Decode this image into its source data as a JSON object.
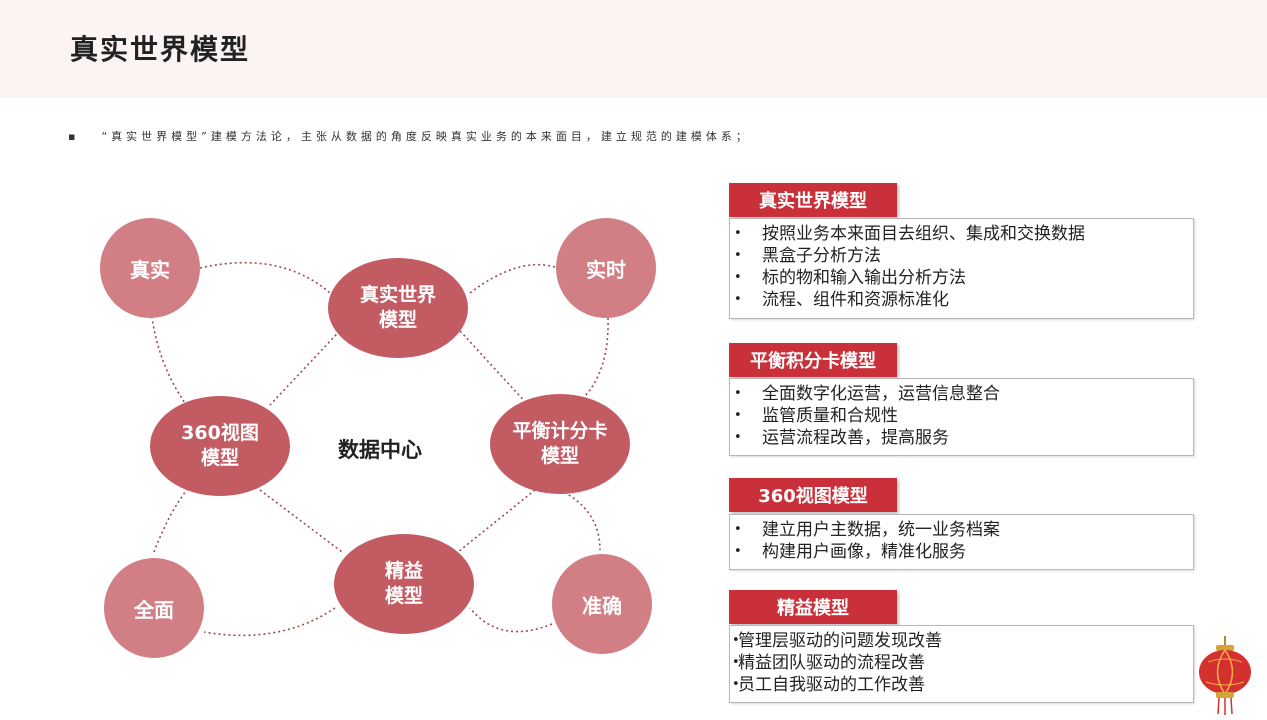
{
  "header": {
    "title": "真实世界模型"
  },
  "intro": {
    "bullet": "▪",
    "text": "“真实世界模型”建模方法论，主张从数据的角度反映真实业务的本来面目，建立规范的建模体系；"
  },
  "diagram": {
    "center": "数据中心",
    "outer_nodes": {
      "top_left": "真实",
      "top_right": "实时",
      "bottom_left": "全面",
      "bottom_right": "准确"
    },
    "inner_nodes": {
      "top": [
        "真实世界",
        "模型"
      ],
      "left": [
        "360视图",
        "模型"
      ],
      "right": [
        "平衡计分卡",
        "模型"
      ],
      "bottom": [
        "精益",
        "模型"
      ]
    },
    "colors": {
      "outer": "#d17f84",
      "inner": "#c35b62",
      "line": "#9b4a50"
    }
  },
  "panels": [
    {
      "tag": "真实世界模型",
      "items": [
        "按照业务本来面目去组织、集成和交换数据",
        "黑盒子分析方法",
        "标的物和输入输出分析方法",
        "流程、组件和资源标准化"
      ]
    },
    {
      "tag": "平衡积分卡模型",
      "items": [
        "全面数字化运营，运营信息整合",
        "监管质量和合规性",
        "运营流程改善，提高服务"
      ]
    },
    {
      "tag": "360视图模型",
      "items": [
        "建立用户主数据，统一业务档案",
        "构建用户画像，精准化服务"
      ]
    },
    {
      "tag": "精益模型",
      "items": [
        "管理层驱动的问题发现改善",
        "精益团队驱动的流程改善",
        "员工自我驱动的工作改善"
      ]
    }
  ],
  "bullet_marks": {
    "panel": "•"
  },
  "accent_color": "#c9303a",
  "decoration": {
    "lantern_icon": "lantern-icon"
  }
}
